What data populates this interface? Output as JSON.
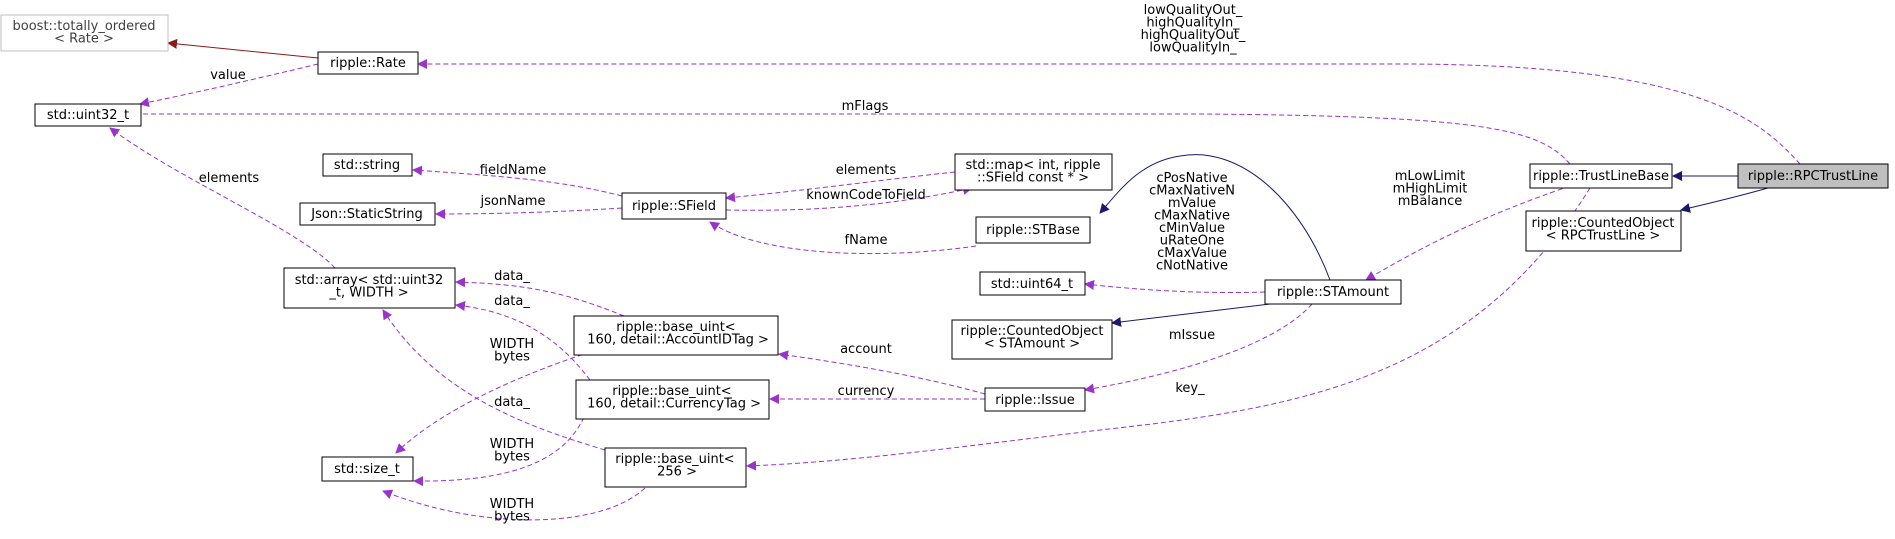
{
  "colors": {
    "usage_edge": "#9a32cd",
    "inherit_edge": "#191970",
    "external_edge": "#8b1a1a",
    "highlight_fill": "#bfbfbf",
    "external_border": "#bfbfbf"
  },
  "nodes": {
    "boost_totally_ordered": [
      "boost::totally_ordered",
      "< Rate >"
    ],
    "rate": [
      "ripple::Rate"
    ],
    "uint32": [
      "std::uint32_t"
    ],
    "std_string": [
      "std::string"
    ],
    "json_staticstring": [
      "Json::StaticString"
    ],
    "sfield": [
      "ripple::SField"
    ],
    "std_map": [
      "std::map< int, ripple",
      "::SField const * >"
    ],
    "stbase": [
      "ripple::STBase"
    ],
    "std_array": [
      "std::array< std::uint32",
      "_t, WIDTH >"
    ],
    "uint64": [
      "std::uint64_t"
    ],
    "stamount": [
      "ripple::STAmount"
    ],
    "counted_stamount": [
      "ripple::CountedObject",
      "< STAmount >"
    ],
    "base_uint_account": [
      "ripple::base_uint<",
      " 160, detail::AccountIDTag >"
    ],
    "base_uint_currency": [
      "ripple::base_uint<",
      " 160, detail::CurrencyTag >"
    ],
    "issue": [
      "ripple::Issue"
    ],
    "size_t": [
      "std::size_t"
    ],
    "base_uint_256": [
      "ripple::base_uint<",
      " 256 >"
    ],
    "trustlinebase": [
      "ripple::TrustLineBase"
    ],
    "counted_rpc": [
      "ripple::CountedObject",
      "< RPCTrustLine >"
    ],
    "rpctrustline": [
      "ripple::RPCTrustLine"
    ]
  },
  "edge_labels": {
    "rate_value": [
      "value"
    ],
    "quality": [
      "lowQualityOut_",
      "highQualityIn_",
      "highQualityOut_",
      "lowQualityIn_"
    ],
    "mflags": [
      "mFlags"
    ],
    "array_elements": [
      "elements"
    ],
    "fieldname": [
      "fieldName"
    ],
    "jsonname": [
      "jsonName"
    ],
    "map_elements": [
      "elements"
    ],
    "knowncode": [
      "knownCodeToField"
    ],
    "fname": [
      "fName"
    ],
    "stamount_members": [
      "cPosNative",
      "cMaxNativeN",
      "mValue",
      "cMaxNative",
      "cMinValue",
      "uRateOne",
      "cMaxValue",
      "cNotNative"
    ],
    "trustline_members": [
      "mLowLimit",
      "mHighLimit",
      "mBalance"
    ],
    "data_1": [
      "data_"
    ],
    "data_2": [
      "data_"
    ],
    "width_bytes_1": [
      "WIDTH",
      "bytes"
    ],
    "data_3": [
      "data_"
    ],
    "account": [
      "account"
    ],
    "currency": [
      "currency"
    ],
    "missue": [
      "mIssue"
    ],
    "key": [
      "key_"
    ],
    "width_bytes_2": [
      "WIDTH",
      "bytes"
    ],
    "width_bytes_3": [
      "WIDTH",
      "bytes"
    ]
  }
}
